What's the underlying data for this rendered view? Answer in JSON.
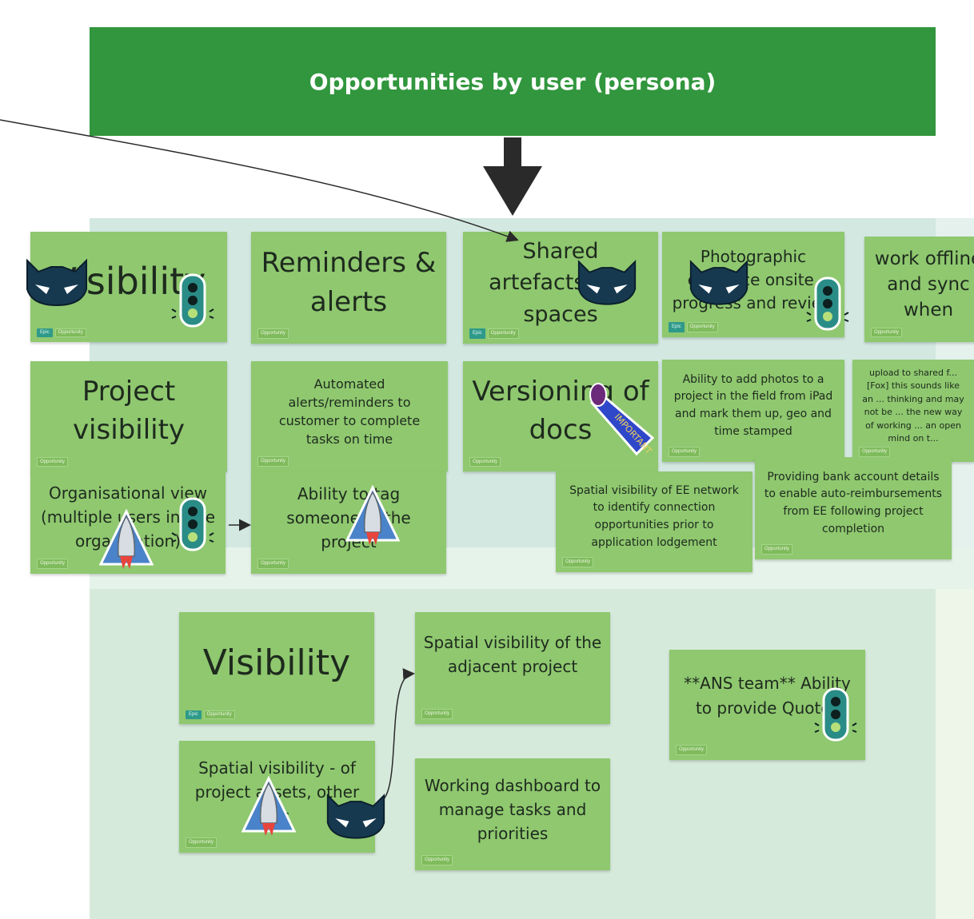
{
  "header": {
    "title": "Opportunities by user (persona)"
  },
  "tag_labels": {
    "epic": "Epic",
    "opportunity": "Opportunity"
  },
  "cards": {
    "visibility_top": {
      "text": "Visibility"
    },
    "reminders": {
      "text": "Reminders & alerts"
    },
    "shared": {
      "text": "Shared artefacts and spaces"
    },
    "photographic": {
      "text": "Photographic evidence onsite, progress and review"
    },
    "work_offline": {
      "text": "work offline and sync when"
    },
    "project_visibility": {
      "text": "Project visibility"
    },
    "automated_alerts": {
      "text": "Automated alerts/reminders to customer to complete tasks on time"
    },
    "versioning": {
      "text": "Versioning of docs"
    },
    "add_photos": {
      "text": "Ability to add photos to a project in the field from iPad and mark them up, geo and time stamped"
    },
    "upload_shared": {
      "text": "upload to shared f... [Fox] this sounds like an ... thinking and may not be ... the new way of working ... an open mind on t..."
    },
    "organisational_view": {
      "text": "Organisational view (multiple users in one organisation)"
    },
    "ability_tag": {
      "text": "Ability to tag someone in the project"
    },
    "spatial_ee": {
      "text": "Spatial visibility of EE network to identify connection opportunities prior to application lodgement"
    },
    "bank_account": {
      "text": "Providing bank account details to enable auto-reimbursements from EE following project completion"
    },
    "visibility_bottom": {
      "text": "Visibility"
    },
    "spatial_adjacent": {
      "text": "Spatial visibility of the adjacent project"
    },
    "ans_team": {
      "text": "**ANS team** Ability to provide Quotes"
    },
    "spatial_assets": {
      "text": "Spatial visibility - of project assets, other etc"
    },
    "working_dashboard": {
      "text": "Working dashboard to manage tasks and priorities"
    }
  },
  "stickers": {
    "important_label": "IMPORTANT",
    "icons": [
      "batman-mask-icon",
      "traffic-light-icon",
      "rocket-icon",
      "megaphone-icon"
    ]
  },
  "colors": {
    "banner": "#31963d",
    "card": "#8fc86f",
    "zone_top": "#d2e8e0",
    "zone_bottom": "#d6eadb"
  }
}
